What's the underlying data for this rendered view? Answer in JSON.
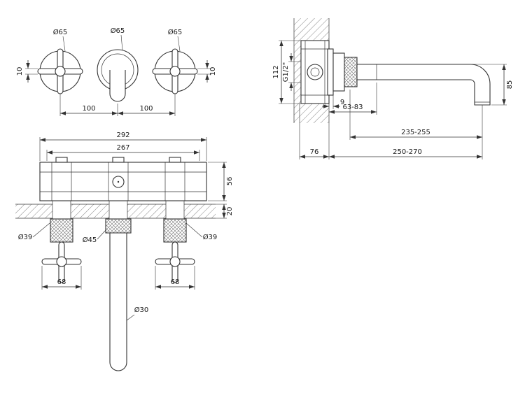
{
  "drawing": {
    "front_view": {
      "dia_left": "Ø65",
      "dia_center": "Ø65",
      "dia_right": "Ø65",
      "offset_left": "10",
      "offset_right": "10",
      "spacing_left": "100",
      "spacing_right": "100"
    },
    "side_view": {
      "body_height": "112",
      "thread_size": "G1/2\"",
      "escutcheon_gap": "9",
      "trim_depth_range": "63-83",
      "spout_drop": "85",
      "spout_reach_range": "235-255",
      "body_depth": "76",
      "total_depth_range": "250-270"
    },
    "rough_view": {
      "overall_width": "292",
      "inner_width": "267",
      "body_height": "56",
      "wall_thickness": "20",
      "dia_handle_left": "Ø39",
      "dia_spout_trim": "Ø45",
      "dia_handle_right": "Ø39",
      "handle_width_left": "68",
      "handle_width_right": "68",
      "dia_spout_tube": "Ø30"
    }
  }
}
